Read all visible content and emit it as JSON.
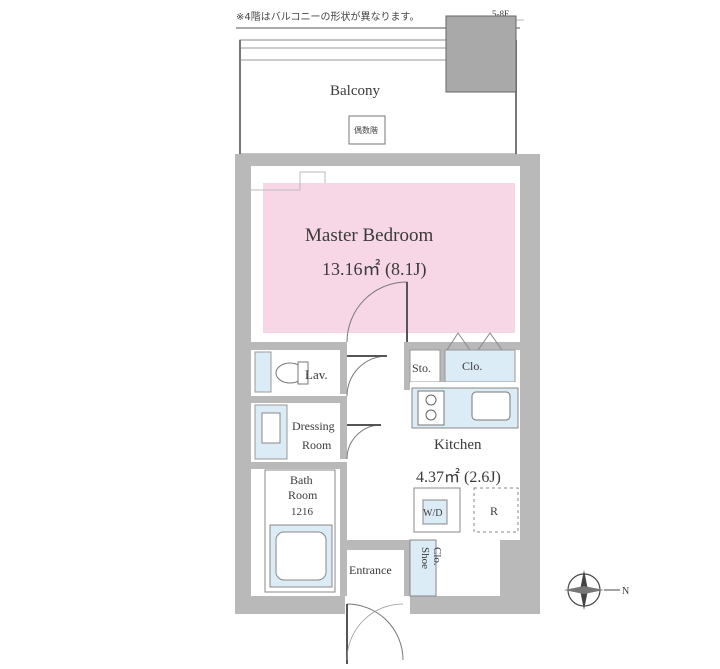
{
  "note": "※4階はバルコニーの形状が異なります。",
  "floor_range": "5-8F",
  "rooms": {
    "balcony": "Balcony",
    "balcony_equipment": "偶数階",
    "master_bedroom": "Master Bedroom",
    "master_bedroom_area": "13.16㎡ (8.1J)",
    "lav": "Lav.",
    "sto": "Sto.",
    "clo": "Clo.",
    "kitchen": "Kitchen",
    "kitchen_area": "4.37㎡ (2.6J)",
    "dressing_room_line1": "Dressing",
    "dressing_room_line2": "Room",
    "bath_room_line1": "Bath",
    "bath_room_line2": "Room",
    "bath_room_size": "1216",
    "wd": "W/D",
    "refrigerator": "R",
    "entrance": "Entrance",
    "shoe_clo_line1": "Shoe",
    "shoe_clo_line2": "Clo."
  },
  "compass": {
    "north_label": "N"
  },
  "colors": {
    "wall": "#b9b9b9",
    "bedroom_fill": "#f7d7e6",
    "water_fill": "#dcecf6",
    "line": "#6a6a6a"
  }
}
